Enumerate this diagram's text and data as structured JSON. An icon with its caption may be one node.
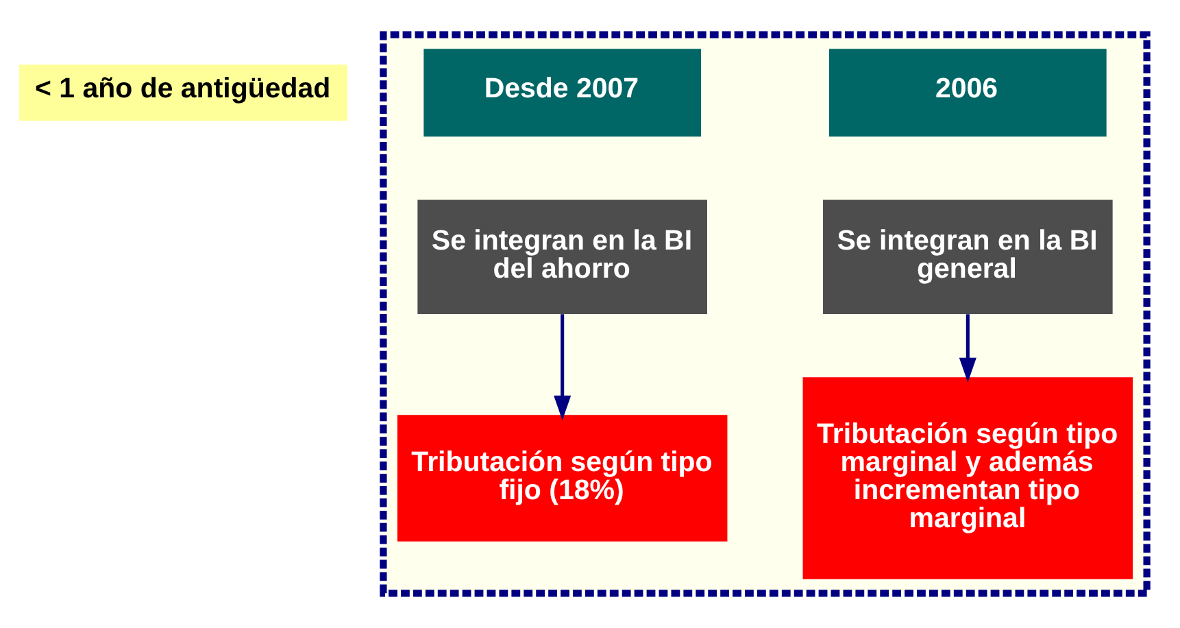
{
  "diagram": {
    "nodes": [
      {
        "text": [
          "< 1 año de antigüedad"
        ]
      },
      {
        "text": [],
        "shape": "box"
      },
      {
        "text": [
          "2006"
        ],
        "in": 1
      },
      {
        "text": [
          "Desde 2007"
        ],
        "in": 1
      },
      {
        "text": [
          "Se integran en la BI general"
        ],
        "in": 1
      },
      {
        "text": [
          "Se integran en la BI del ahorro"
        ],
        "in": 1
      },
      {
        "text": [
          "Tributación según tipo marginal y además incrementan tipo marginal"
        ],
        "in": 1
      },
      {
        "text": [
          "Tributación según tipo fijo (18%)"
        ],
        "in": 1
      }
    ],
    "edges": [
      {
        "from": 4,
        "to": 6,
        "arrow": "to"
      },
      {
        "from": 5,
        "to": 7,
        "arrow": "to"
      }
    ]
  }
}
